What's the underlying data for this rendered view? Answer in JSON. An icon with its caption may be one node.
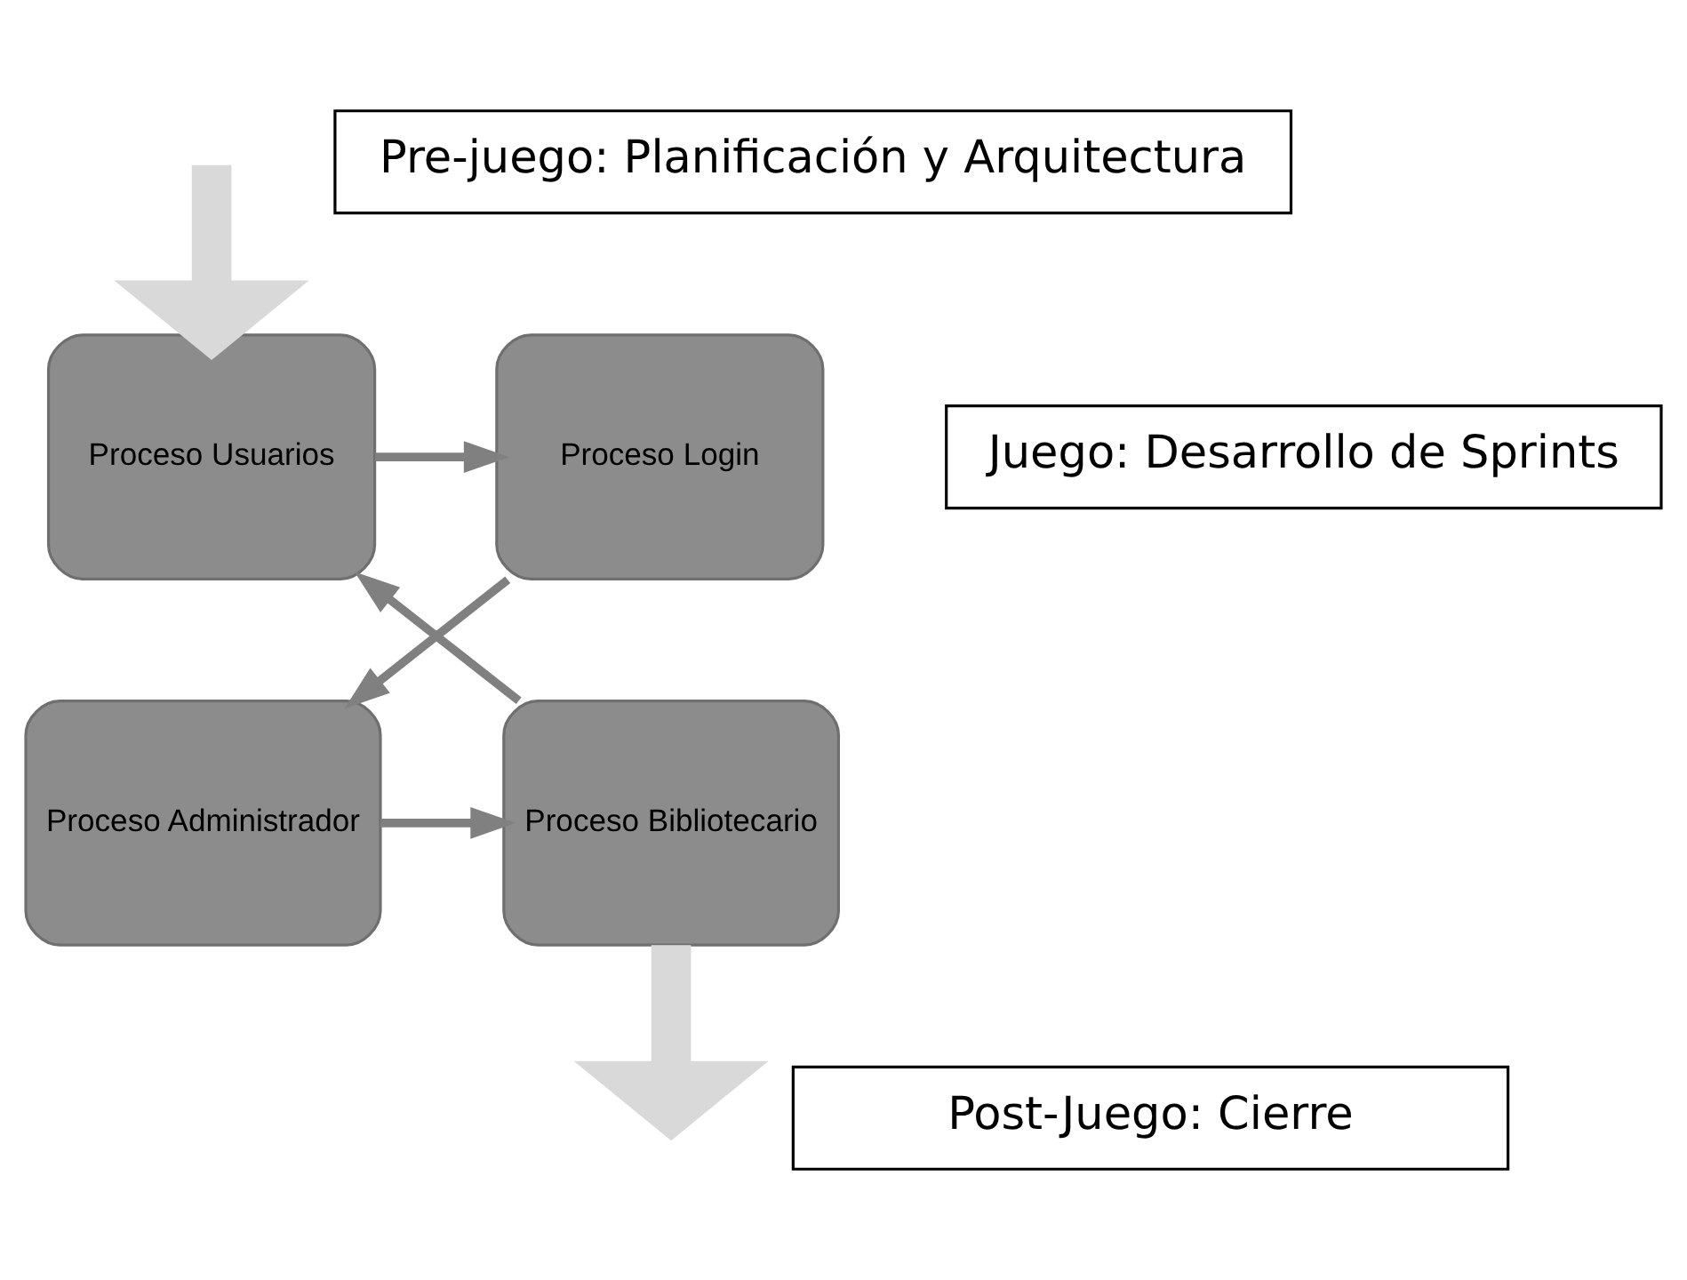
{
  "diagram": {
    "nodes": [
      {
        "text": [
          "Proceso Usuarios"
        ]
      },
      {
        "text": [
          "Proceso Login"
        ]
      },
      {
        "text": [
          "Proceso Administrador"
        ]
      },
      {
        "text": [
          "Proceso Bibliotecario"
        ]
      },
      {
        "text": [
          "Pre-juego: Planificación y Arquitectura"
        ]
      },
      {
        "text": [
          "Juego: Desarrollo de Sprints"
        ]
      },
      {
        "text": [
          "Post-Juego: Cierre"
        ]
      }
    ],
    "edges": [
      {
        "from": null,
        "to": 0,
        "arrow": "to",
        "style": "thick",
        "color": "#d9d9d9"
      },
      {
        "from": 0,
        "to": 1,
        "arrow": "to"
      },
      {
        "from": 1,
        "to": 2,
        "arrow": "to"
      },
      {
        "from": 2,
        "to": 3,
        "arrow": "to"
      },
      {
        "from": 3,
        "to": 0,
        "arrow": "to"
      },
      {
        "from": 3,
        "to": null,
        "arrow": "to",
        "style": "thick",
        "color": "#d9d9d9"
      }
    ]
  }
}
